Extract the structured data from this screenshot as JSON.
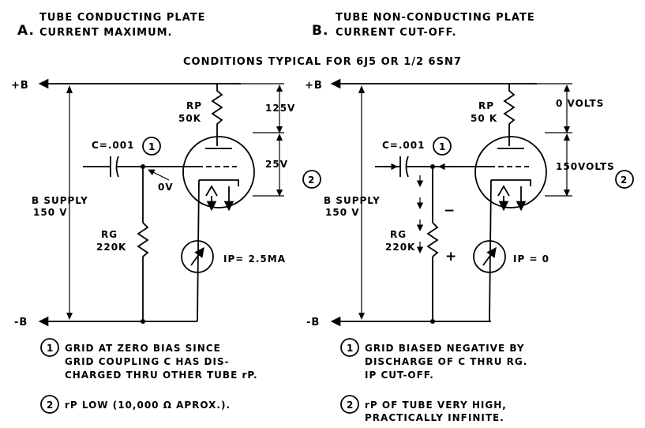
{
  "panel_a": {
    "letter": "A.",
    "title_line1": "TUBE CONDUCTING PLATE",
    "title_line2": "CURRENT MAXIMUM.",
    "plus_b": "+B",
    "minus_b": "-B",
    "rp_label": "RP",
    "rp_value": "50K",
    "rg_label": "RG",
    "rg_value": "220K",
    "cap_label": "C=.001",
    "supply_line1": "B SUPPLY",
    "supply_line2": "150 V",
    "v_top": "125V",
    "v_tube": "25V",
    "grid_v": "0V",
    "meter_label": "IP= 2.5MA",
    "marker1": "1",
    "marker2": "2",
    "note1_num": "1",
    "note1_l1": "GRID AT ZERO BIAS SINCE",
    "note1_l2": "GRID COUPLING C HAS DIS-",
    "note1_l3": "CHARGED THRU OTHER TUBE rP.",
    "note2_num": "2",
    "note2_text": "rP LOW (10,000 Ω APROX.)."
  },
  "panel_b": {
    "letter": "B.",
    "title_line1": "TUBE NON-CONDUCTING PLATE",
    "title_line2": "CURRENT CUT-OFF.",
    "plus_b": "+B",
    "minus_b": "-B",
    "rp_label": "RP",
    "rp_value": "50 K",
    "rg_label": "RG",
    "rg_value": "220K",
    "cap_label": "C=.001",
    "supply_line1": "B SUPPLY",
    "supply_line2": "150 V",
    "v_top": "0 VOLTS",
    "v_tube": "150VOLTS",
    "minus_sign": "−",
    "plus_sign": "+",
    "meter_label": "IP = 0",
    "marker1": "1",
    "marker2": "2",
    "note1_num": "1",
    "note1_l1": "GRID BIASED NEGATIVE BY",
    "note1_l2": "DISCHARGE OF C THRU RG.",
    "note1_l3": "IP CUT-OFF.",
    "note2_num": "2",
    "note2_l1": "rP OF TUBE VERY HIGH,",
    "note2_l2": "PRACTICALLY INFINITE."
  },
  "conditions": "CONDITIONS TYPICAL FOR 6J5 OR 1/2 6SN7"
}
